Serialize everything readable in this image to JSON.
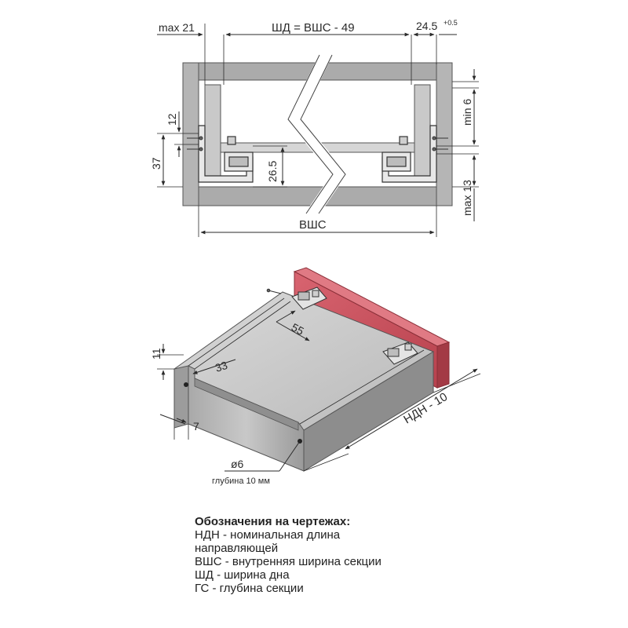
{
  "top_view": {
    "dims": {
      "max21": "max 21",
      "bottom_width": "ШД = ВШС - 49",
      "gap_main": "24.5",
      "gap_tol": "+0.5",
      "min6": "min 6",
      "d12": "12",
      "d37": "37",
      "d26_5": "26.5",
      "max13": "max 13",
      "inner_width": "ВШС"
    }
  },
  "iso_view": {
    "dims": {
      "d11": "11",
      "d33": "33",
      "d55": "55",
      "d7": "7",
      "hole_diameter": "ø6",
      "hole_depth": "глубина 10 мм",
      "rail_length": "НДН - 10"
    }
  },
  "legend": {
    "title": "Обозначения на чертежах:",
    "lines": [
      "НДН - номинальная длина",
      "направляющей",
      "ВШС - внутренняя ширина секции",
      "ШД - ширина дна",
      "ГС - глубина секции"
    ]
  },
  "colors": {
    "facade": "#c8505a",
    "drawer_body": "#bdbdbd",
    "panel": "#a8a8a8"
  }
}
